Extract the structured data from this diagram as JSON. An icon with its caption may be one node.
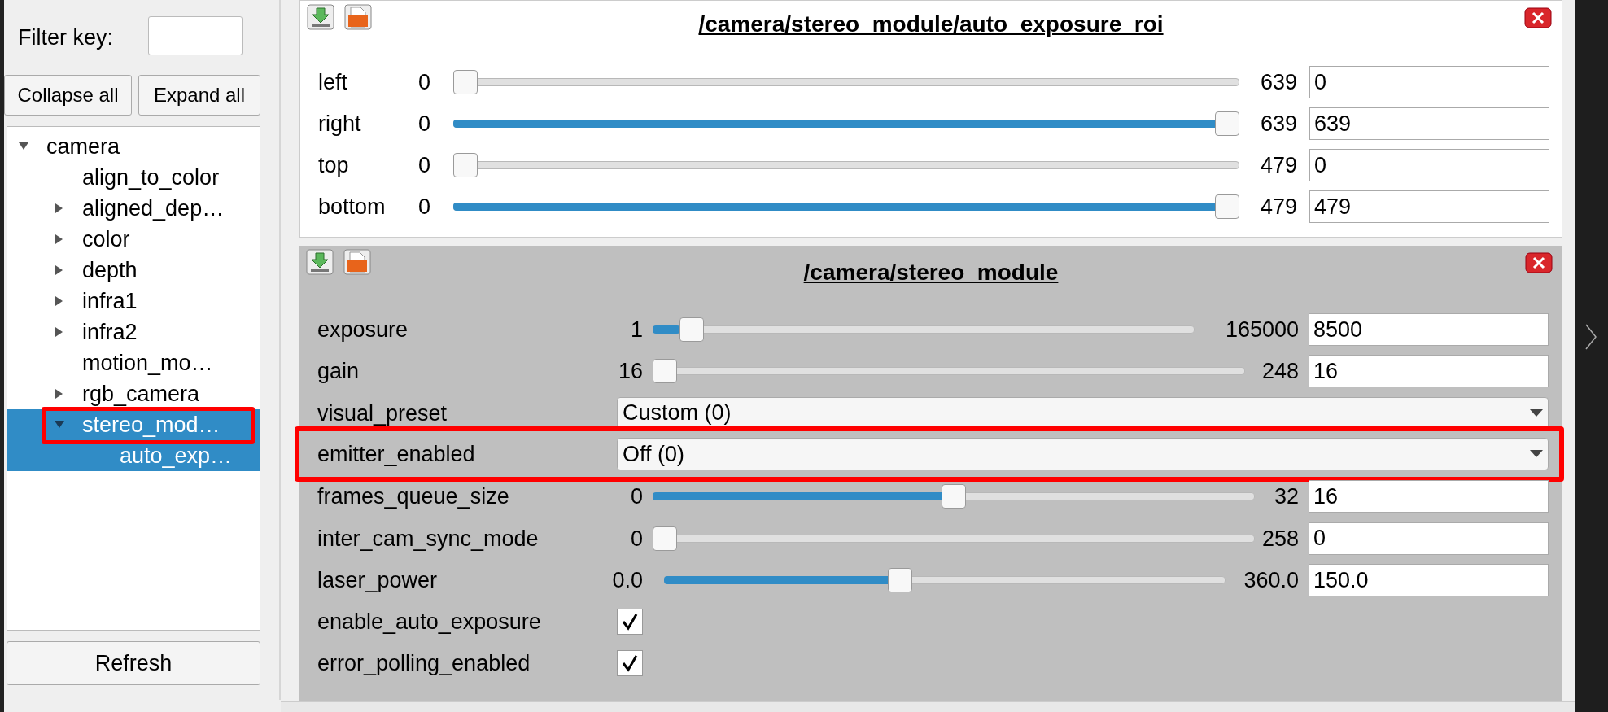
{
  "diagram": {
    "nodes": [
      {
        "text": [
          "stereo_mod…"
        ]
      },
      {
        "text": [
          "/camera/stereo_module/auto_exposure_roi"
        ]
      },
      {
        "text": [
          "/camera/stereo_module"
        ]
      },
      {
        "text": [
          "emitter_enabled",
          "Off (0)"
        ],
        "in": 2
      }
    ],
    "labels": [
      "Filter key:",
      "Collapse all",
      "Expand all",
      "camera",
      "align_to_color",
      "aligned_dep…",
      "color",
      "depth",
      "infra1",
      "infra2",
      "motion_mo…",
      "rgb_camera",
      "auto_exp…",
      "Refresh",
      "left",
      "0",
      "639",
      "0",
      "right",
      "0",
      "639",
      "639",
      "top",
      "0",
      "479",
      "0",
      "bottom",
      "0",
      "479",
      "479",
      "exposure",
      "1",
      "165000",
      "8500",
      "gain",
      "16",
      "248",
      "16",
      "visual_preset",
      "Custom (0)",
      "frames_queue_size",
      "0",
      "32",
      "16",
      "inter_cam_sync_mode",
      "0",
      "258",
      "0",
      "laser_power",
      "0.0",
      "360.0",
      "150.0",
      "enable_auto_exposure",
      "error_polling_enabled"
    ]
  }
}
